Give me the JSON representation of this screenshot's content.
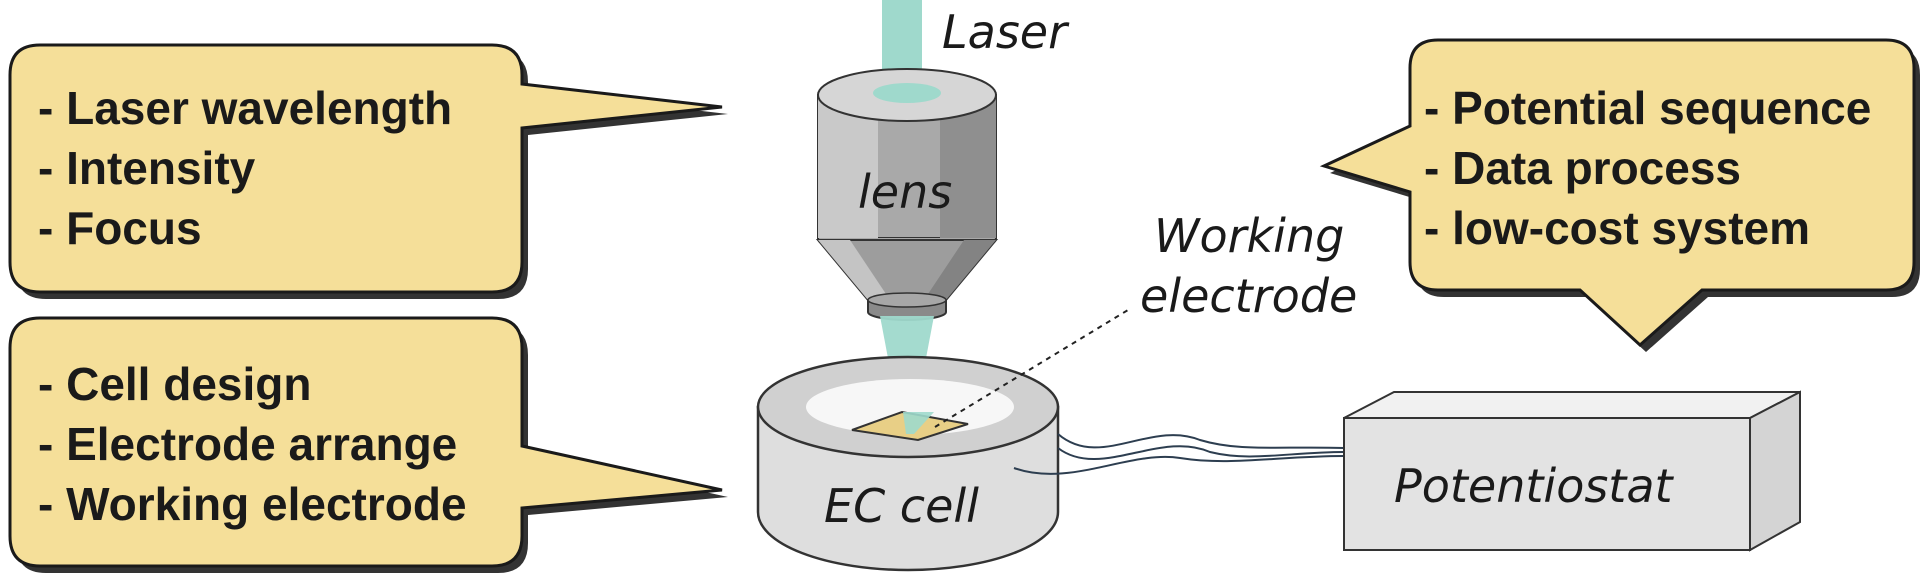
{
  "colors": {
    "bubble_fill": "#f5df99",
    "bubble_stroke": "#1a1a1a",
    "laser": "#9fd9cc",
    "lens_dark": "#8a8a8a",
    "lens_mid": "#b8b8b8",
    "lens_light": "#dcdcdc",
    "cell_side": "#dedede",
    "cell_top": "#d2d2d2",
    "electrode": "#e8cf86",
    "box_front": "#e3e3e3",
    "box_top": "#f1f1f1",
    "box_side": "#d4d4d4"
  },
  "labels": {
    "laser": "Laser",
    "lens": "lens",
    "working_electrode_line1": "Working",
    "working_electrode_line2": "electrode",
    "ec_cell": "EC cell",
    "potentiostat": "Potentiostat"
  },
  "bubbles": {
    "optics": [
      "- Laser wavelength",
      "- Intensity",
      "- Focus"
    ],
    "cell": [
      "- Cell design",
      "- Electrode arrange",
      "- Working electrode"
    ],
    "electronics": [
      "- Potential sequence",
      "- Data process",
      "- low-cost system"
    ]
  }
}
